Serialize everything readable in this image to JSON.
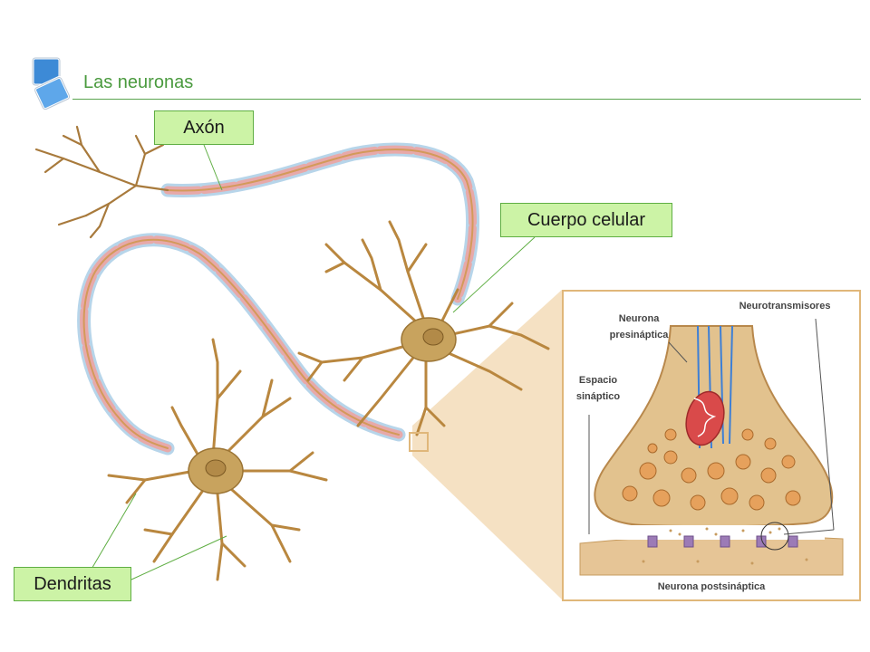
{
  "title": "Las neuronas",
  "labels": {
    "axon": "Axón",
    "cell_body": "Cuerpo celular",
    "dendrites": "Dendritas"
  },
  "inset": {
    "neurotransmitters": "Neurotransmisores",
    "presynaptic_line1": "Neurona",
    "presynaptic_line2": "presináptica",
    "synaptic_space_line1": "Espacio",
    "synaptic_space_line2": "sináptico",
    "postsynaptic": "Neurona postsináptica"
  },
  "colors": {
    "accent_green": "#4a9a3e",
    "label_fill": "#ccf3a6",
    "neuron_body": "#c8a35e",
    "myelin_pink": "#e7a9a9",
    "myelin_blue": "#b7d5ea",
    "inset_border": "#e0b77a",
    "zoom_cone": "#f3dcb8",
    "icon_blue": "#3d8ad6"
  }
}
